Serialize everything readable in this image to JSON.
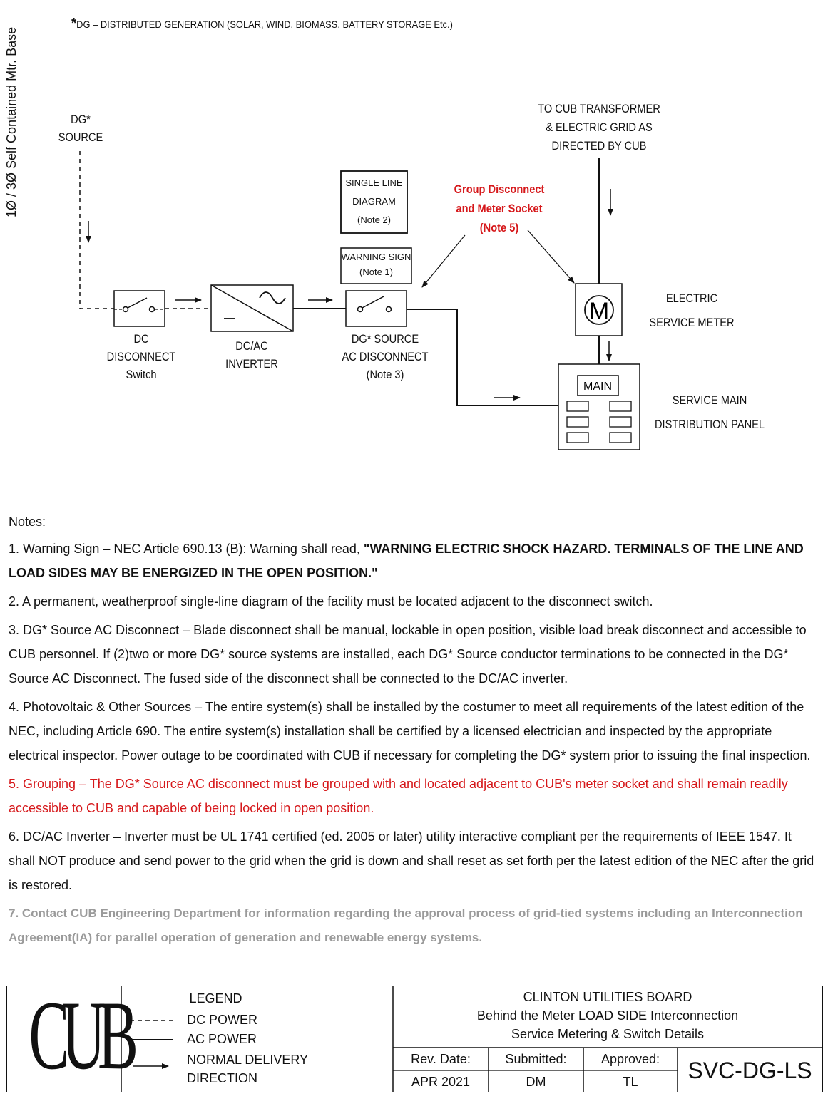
{
  "side_label": "1Ø / 3Ø Self Contained Mtr. Base",
  "footnote": {
    "asterisk": "*",
    "text": "DG – DISTRIBUTED GENERATION (SOLAR, WIND, BIOMASS, BATTERY STORAGE Etc.)"
  },
  "diagram": {
    "dg_source": [
      "DG*",
      "SOURCE"
    ],
    "dc_disconnect": [
      "DC",
      "DISCONNECT",
      "Switch"
    ],
    "inverter": [
      "DC/AC",
      "INVERTER"
    ],
    "ac_disconnect": [
      "DG* SOURCE",
      "AC DISCONNECT",
      "(Note 3)"
    ],
    "single_line_box": [
      "SINGLE LINE",
      "DIAGRAM",
      "(Note 2)"
    ],
    "warning_box": [
      "WARNING SIGN",
      "(Note 1)"
    ],
    "group_label": [
      "Group Disconnect",
      "and Meter Socket",
      "(Note 5)"
    ],
    "to_transformer": [
      "TO CUB TRANSFORMER",
      "& ELECTRIC GRID AS",
      "DIRECTED BY CUB"
    ],
    "meter_symbol": "M",
    "meter_label": [
      "ELECTRIC",
      "SERVICE METER"
    ],
    "panel_main": "MAIN",
    "panel_label": [
      "SERVICE MAIN",
      "DISTRIBUTION PANEL"
    ],
    "colors": {
      "red": "#d6181b",
      "grey": "#9a9a9a"
    }
  },
  "notes": {
    "heading": "Notes:",
    "n1_plain": "1. Warning Sign – NEC Article 690.13 (B): Warning shall read, ",
    "n1_bold": "\"WARNING ELECTRIC SHOCK HAZARD. TERMINALS OF THE LINE AND LOAD SIDES MAY BE ENERGIZED IN THE OPEN POSITION.\"",
    "n2": "2. A permanent, weatherproof single-line diagram of the facility must be located adjacent to the disconnect switch.",
    "n3": "3. DG* Source AC Disconnect – Blade disconnect shall be manual, lockable in open position, visible load break disconnect and accessible to CUB personnel. If (2)two or more DG* source systems are installed, each DG* Source conductor terminations to be connected in the DG* Source AC Disconnect. The fused side of the disconnect shall be connected to the DC/AC inverter.",
    "n4": "4. Photovoltaic & Other Sources – The entire system(s) shall be installed by the costumer to meet all requirements of the latest edition of the NEC, including Article 690. The entire system(s) installation shall be certified by a licensed electrician and inspected by the appropriate electrical inspector. Power outage to be coordinated with CUB if necessary for completing the DG* system prior to issuing the final inspection.",
    "n5": "5. Grouping – The DG* Source AC disconnect must be grouped with and located adjacent to CUB's meter socket and shall remain readily accessible to CUB and capable of being locked in open position.",
    "n6": "6. DC/AC Inverter – Inverter must be UL 1741 certified (ed. 2005 or later) utility interactive compliant per the requirements of IEEE 1547. It shall NOT produce and send power to the grid when the grid is down and shall reset as set forth per the latest edition of the NEC after the grid is restored.",
    "n7": "7. Contact CUB Engineering Department for information regarding the approval process of grid-tied systems including an Interconnection Agreement(IA) for parallel operation of generation and renewable energy systems."
  },
  "title_block": {
    "logo": "CUB",
    "legend_title": "LEGEND",
    "legend_dc": "DC POWER",
    "legend_ac": "AC POWER",
    "legend_dir": [
      "NORMAL DELIVERY",
      "DIRECTION"
    ],
    "org": "CLINTON UTILITIES BOARD",
    "title1": "Behind the Meter LOAD SIDE Interconnection",
    "title2": "Service Metering & Switch Details",
    "rev_label": "Rev. Date:",
    "rev_value": "APR 2021",
    "sub_label": "Submitted:",
    "sub_value": "DM",
    "app_label": "Approved:",
    "app_value": "TL",
    "drawing_no": "SVC-DG-LS"
  }
}
